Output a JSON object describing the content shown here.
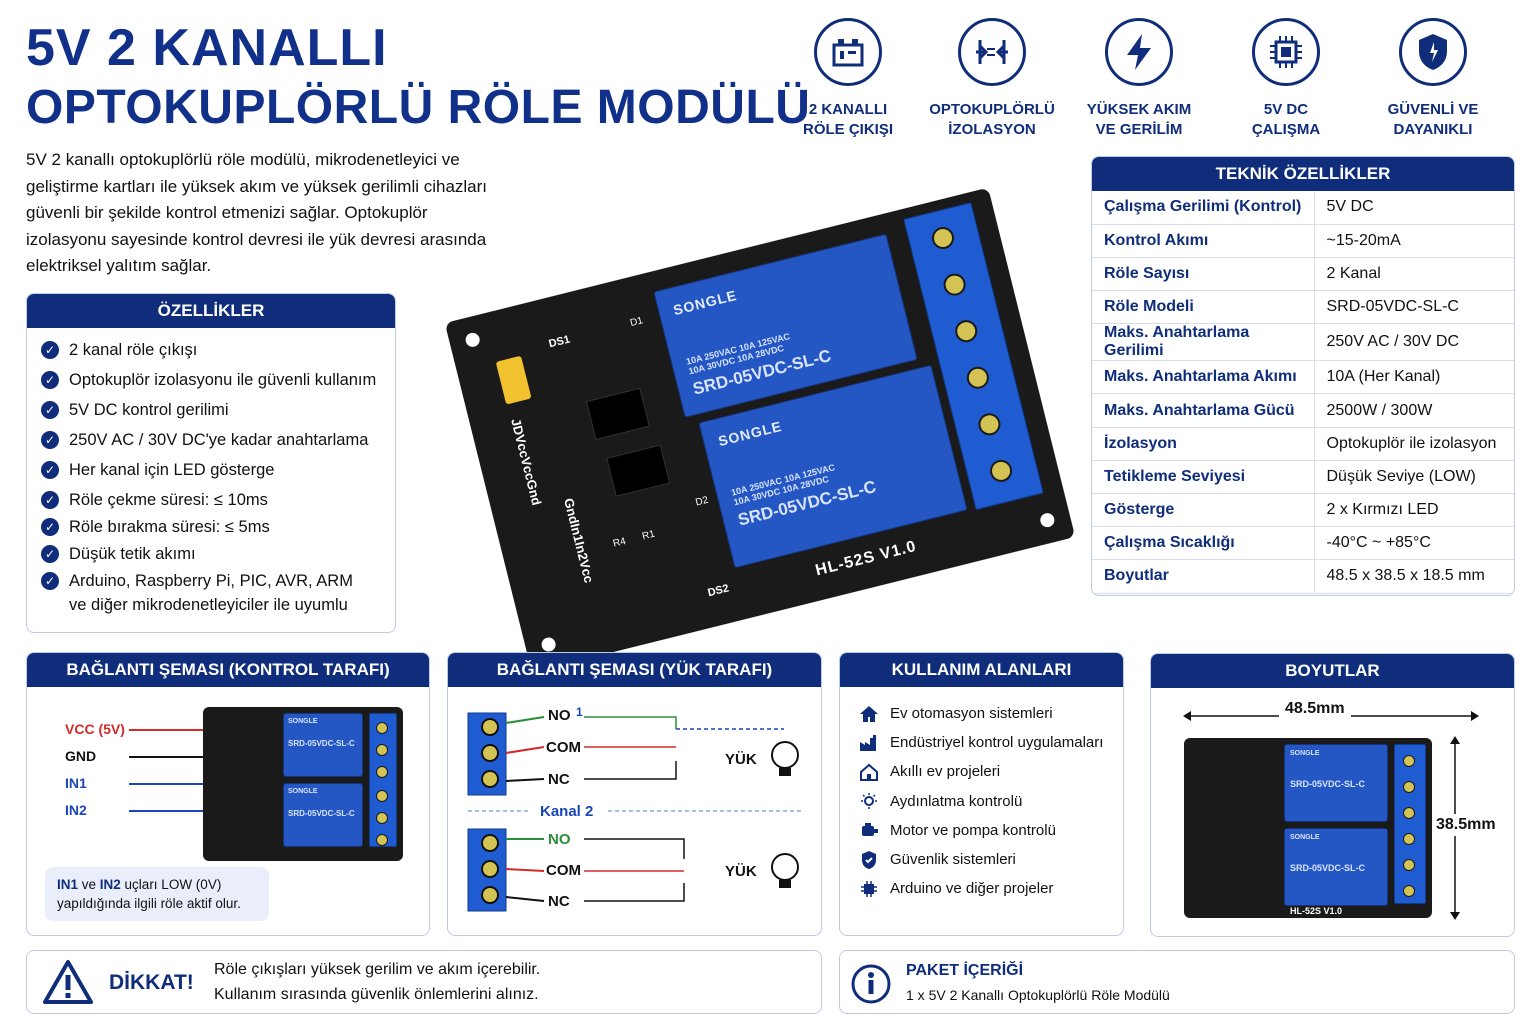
{
  "header": {
    "title_line1": "5V 2 KANALLI",
    "title_line2": "OPTOKUPLÖRLÜ RÖLE MODÜLÜ"
  },
  "intro": "5V 2 kanallı optokuplörlü röle modülü, mikrodenetleyici ve geliştirme kartları ile yüksek akım ve yüksek gerilimli cihazları güvenli bir şekilde kontrol etmenizi sağlar. Optokuplör izolasyonu sayesinde kontrol devresi ile yük devresi arasında elektriksel yalıtım sağlar.",
  "feature_icons": [
    {
      "icon": "relay-output-icon",
      "line1": "2 KANALLI",
      "line2": "RÖLE ÇIKIŞI"
    },
    {
      "icon": "optocoupler-icon",
      "line1": "OPTOKUPLÖRLÜ",
      "line2": "İZOLASYON"
    },
    {
      "icon": "lightning-icon",
      "line1": "YÜKSEK AKIM",
      "line2": "VE GERİLİM"
    },
    {
      "icon": "chip-icon",
      "line1": "5V DC",
      "line2": "ÇALIŞMA"
    },
    {
      "icon": "shield-icon",
      "line1": "GÜVENLİ VE",
      "line2": "DAYANIKLI"
    }
  ],
  "features": {
    "title": "ÖZELLİKLER",
    "items": [
      "2 kanal röle çıkışı",
      "Optokuplör izolasyonu ile güvenli kullanım",
      "5V DC kontrol gerilimi",
      "250V AC / 30V DC'ye kadar anahtarlama",
      "Her kanal için LED gösterge",
      "Röle çekme süresi: ≤ 10ms",
      "Röle bırakma süresi: ≤ 5ms",
      "Düşük tetik akımı",
      "Arduino, Raspberry Pi, PIC, AVR, ARM",
      "ve diğer mikrodenetleyiciler ile uyumlu"
    ]
  },
  "specs": {
    "title": "TEKNİK ÖZELLİKLER",
    "rows": [
      {
        "k": "Çalışma Gerilimi (Kontrol)",
        "v": "5V DC"
      },
      {
        "k": "Kontrol Akımı",
        "v": "~15-20mA"
      },
      {
        "k": "Röle Sayısı",
        "v": "2 Kanal"
      },
      {
        "k": "Röle Modeli",
        "v": "SRD-05VDC-SL-C"
      },
      {
        "k": "Maks. Anahtarlama Gerilimi",
        "v": "250V AC / 30V DC"
      },
      {
        "k": "Maks. Anahtarlama Akımı",
        "v": "10A (Her Kanal)"
      },
      {
        "k": "Maks. Anahtarlama Gücü",
        "v": "2500W / 300W"
      },
      {
        "k": "İzolasyon",
        "v": "Optokuplör ile izolasyon"
      },
      {
        "k": "Tetikleme Seviyesi",
        "v": "Düşük Seviye (LOW)"
      },
      {
        "k": "Gösterge",
        "v": "2 x Kırmızı LED"
      },
      {
        "k": "Çalışma Sıcaklığı",
        "v": "-40°C ~ +85°C"
      },
      {
        "k": "Boyutlar",
        "v": "48.5 x 38.5 x 18.5 mm"
      }
    ]
  },
  "board": {
    "brand": "SONGLE",
    "model": "SRD-05VDC-SL-C",
    "rating1": "10A 250VAC 10A 125VAC",
    "rating2": "10A 30VDC 10A 28VDC",
    "name": "HL-52S V1.0",
    "pins_top": "JDVccVccGnd",
    "pins_bottom": "GndIn1In2Vcc",
    "ds1": "DS1",
    "ds2": "DS2",
    "d1": "D1",
    "d2": "D2",
    "r1": "R1",
    "r4": "R4"
  },
  "control": {
    "title": "BAĞLANTI ŞEMASI (KONTROL TARAFI)",
    "vcc": "VCC (5V)",
    "gnd": "GND",
    "in1": "IN1",
    "in2": "IN2",
    "note_in1": "IN1",
    "note_mid1": " ve ",
    "note_in2": "IN2",
    "note_mid2": " uçları LOW (0V)",
    "note_line2": "yapıldığında ilgili röle aktif olur.",
    "colors": {
      "vcc": "#d42a2a",
      "gnd": "#111111",
      "in": "#1a47b8"
    }
  },
  "load": {
    "title": "BAĞLANTI ŞEMASI (YÜK TARAFI)",
    "no": "NO",
    "com": "COM",
    "nc": "NC",
    "yuk": "YÜK",
    "channel1": "1",
    "channel2": "Kanal 2"
  },
  "usage": {
    "title": "KULLANIM ALANLARI",
    "items": [
      {
        "icon": "home-icon",
        "text": "Ev otomasyon sistemleri"
      },
      {
        "icon": "factory-icon",
        "text": "Endüstriyel kontrol uygulamaları"
      },
      {
        "icon": "smart-home-icon",
        "text": "Akıllı ev projeleri"
      },
      {
        "icon": "light-icon",
        "text": "Aydınlatma kontrolü"
      },
      {
        "icon": "motor-icon",
        "text": "Motor ve pompa kontrolü"
      },
      {
        "icon": "shield-icon",
        "text": "Güvenlik sistemleri"
      },
      {
        "icon": "chip-icon",
        "text": "Arduino ve diğer projeler"
      }
    ]
  },
  "dimensions": {
    "title": "BOYUTLAR",
    "width": "48.5mm",
    "height": "38.5mm"
  },
  "warning": {
    "title": "DİKKAT!",
    "line1": "Röle çıkışları yüksek gerilim ve akım içerebilir.",
    "line2": "Kullanım sırasında güvenlik önlemlerini alınız."
  },
  "package": {
    "title": "PAKET İÇERİĞİ",
    "text": "1 x 5V 2 Kanallı Optokuplörlü Röle Modülü"
  }
}
